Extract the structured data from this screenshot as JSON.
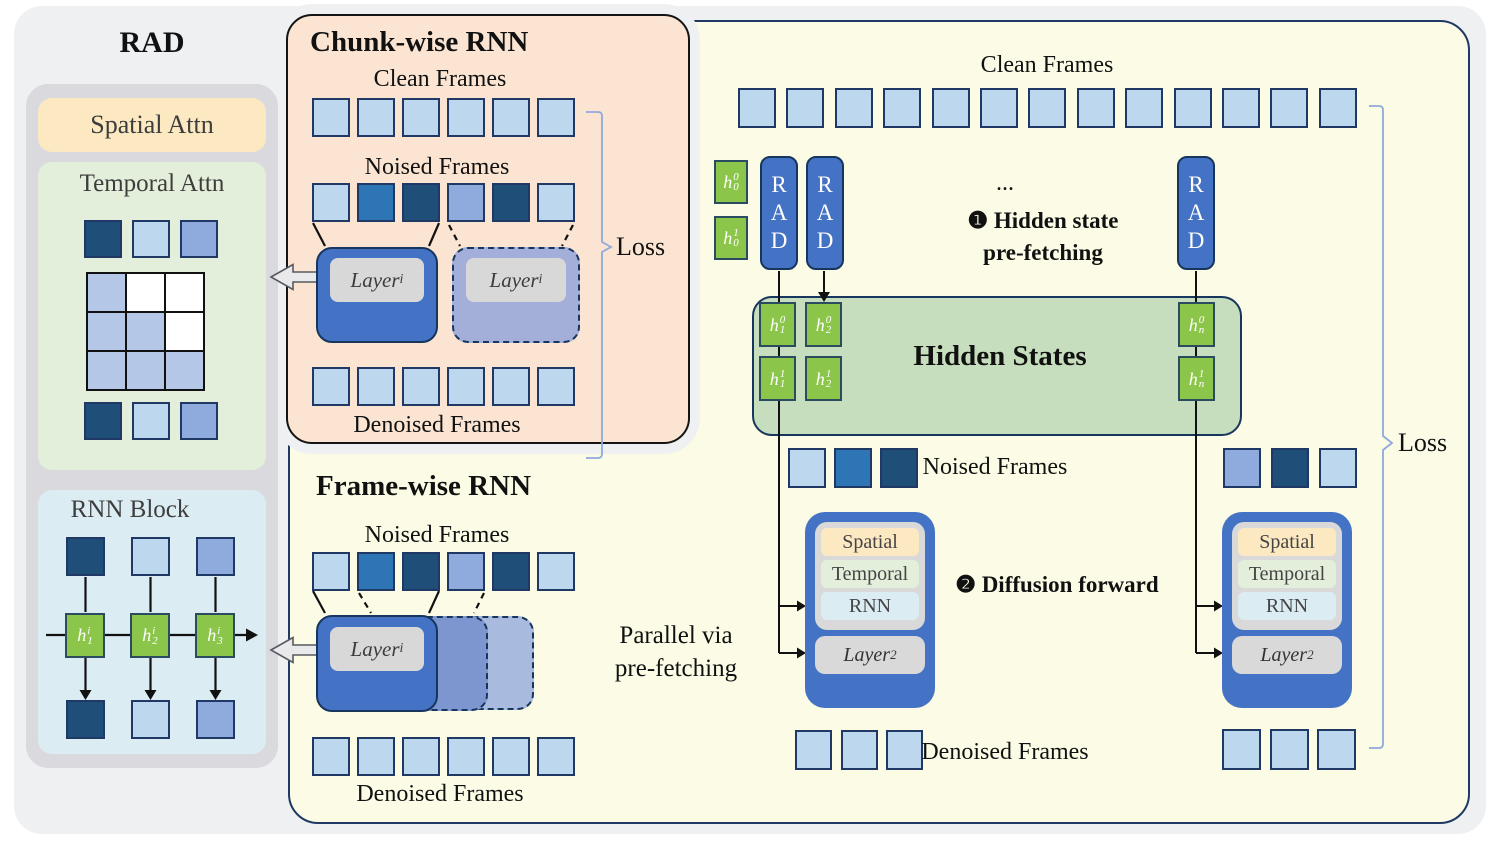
{
  "palette": {
    "light": "#bdd7ee",
    "medium": "#2e75b6",
    "dark": "#1f4e79",
    "slate": "#8faadc",
    "pale": "#b4c7e7",
    "white": "#ffffff"
  },
  "left_panel": {
    "title": "RAD",
    "spatial_label": "Spatial Attn",
    "temporal": {
      "label": "Temporal Attn",
      "top_row": [
        "dark",
        "light",
        "slate"
      ],
      "mask_grid": [
        "pale",
        "white",
        "white",
        "pale",
        "pale",
        "white",
        "pale",
        "pale",
        "pale"
      ],
      "bottom_row": [
        "dark",
        "light",
        "slate"
      ]
    },
    "rnn_block": {
      "label": "RNN Block",
      "inputs": [
        "dark",
        "light",
        "slate"
      ],
      "nodes": [
        {
          "base": "h",
          "sub": "1",
          "sup": "i"
        },
        {
          "base": "h",
          "sub": "2",
          "sup": "i"
        },
        {
          "base": "h",
          "sub": "3",
          "sup": "i"
        }
      ],
      "outputs": [
        "dark",
        "light",
        "slate"
      ]
    }
  },
  "chunk_panel": {
    "title": "Chunk-wise RNN",
    "clean_label": "Clean Frames",
    "clean_row": [
      "light",
      "light",
      "light",
      "light",
      "light",
      "light"
    ],
    "noised_label": "Noised Frames",
    "noised_row": [
      "light",
      "medium",
      "dark",
      "slate",
      "dark",
      "light"
    ],
    "layer_front": {
      "base": "Layer",
      "sub": "i"
    },
    "layer_ghost": {
      "base": "Layer",
      "sub": "i"
    },
    "denoised_row": [
      "light",
      "light",
      "light",
      "light",
      "light",
      "light"
    ],
    "denoised_label": "Denoised Frames",
    "loss_label": "Loss"
  },
  "frame_panel": {
    "title": "Frame-wise RNN",
    "noised_label": "Noised Frames",
    "noised_row": [
      "light",
      "medium",
      "dark",
      "slate",
      "dark",
      "light"
    ],
    "layer_front": {
      "base": "Layer",
      "sub": "i"
    },
    "denoised_row": [
      "light",
      "light",
      "light",
      "light",
      "light",
      "light"
    ],
    "denoised_label": "Denoised Frames",
    "note_line1": "Parallel via",
    "note_line2": "pre-fetching"
  },
  "right_panel": {
    "clean_label": "Clean Frames",
    "clean_row": [
      "light",
      "light",
      "light",
      "light",
      "light",
      "light",
      "light",
      "light",
      "light",
      "light",
      "light",
      "light",
      "light"
    ],
    "h0_cells": [
      {
        "base": "h",
        "sub": "0",
        "sup": "0"
      },
      {
        "base": "h",
        "sub": "0",
        "sup": "1"
      }
    ],
    "rad_letters": [
      "R",
      "A",
      "D"
    ],
    "ellipsis": "...",
    "step1_line1": "❶ Hidden state",
    "step1_line2": "pre-fetching",
    "hidden_states": {
      "title": "Hidden States",
      "cells": [
        {
          "base": "h",
          "sub": "1",
          "sup": "0"
        },
        {
          "base": "h",
          "sub": "1",
          "sup": "1"
        },
        {
          "base": "h",
          "sub": "2",
          "sup": "0"
        },
        {
          "base": "h",
          "sub": "2",
          "sup": "1"
        },
        {
          "base": "h",
          "sub": "n",
          "sup": "0"
        },
        {
          "base": "h",
          "sub": "n",
          "sup": "1"
        }
      ]
    },
    "noised_label": "Noised Frames",
    "noised_left": [
      "light",
      "medium",
      "dark"
    ],
    "noised_right": [
      "slate",
      "dark",
      "light"
    ],
    "step2": "❷ Diffusion forward",
    "block": {
      "spatial": "Spatial",
      "temporal": "Temporal",
      "rnn": "RNN",
      "layer": {
        "base": "Layer",
        "sub": "2"
      }
    },
    "denoised_label": "Denoised Frames",
    "denoised_left": [
      "light",
      "light",
      "light"
    ],
    "denoised_right": [
      "light",
      "light",
      "light"
    ],
    "loss_label": "Loss"
  }
}
